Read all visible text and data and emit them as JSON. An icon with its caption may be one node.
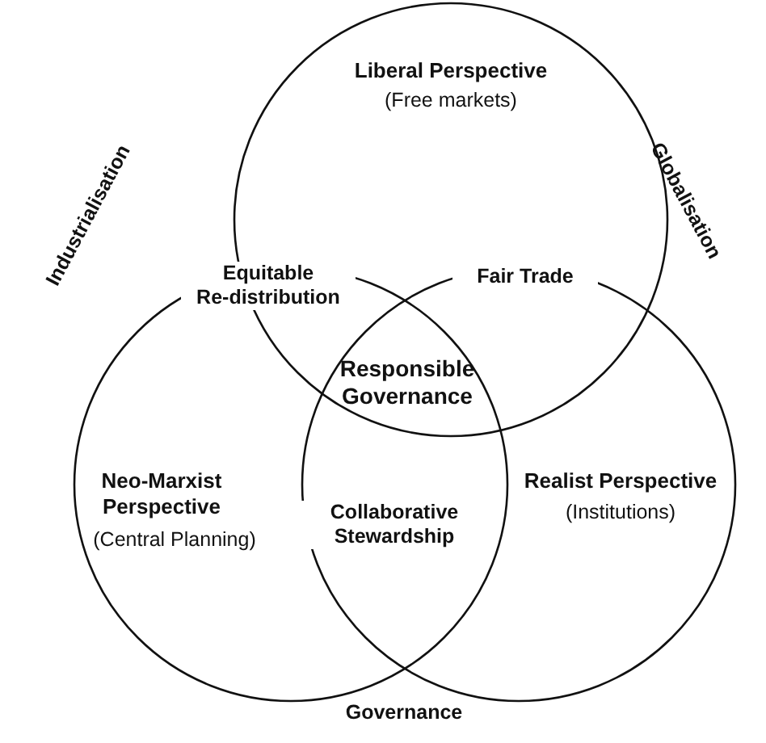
{
  "diagram": {
    "nodes": [
      {
        "text": [
          "Liberal Perspective",
          "(Free markets)"
        ]
      },
      {
        "text": [
          "Neo-Marxist Perspective",
          "(Central Planning)"
        ]
      },
      {
        "text": [
          "Realist Perspective",
          "(Institutions)"
        ]
      }
    ],
    "labels": [
      "Industrialisation",
      "Globalisation",
      "Equitable Re-distribution",
      "Fair Trade",
      "Responsible Governance",
      "Collaborative Stewardship",
      "Governance"
    ]
  }
}
